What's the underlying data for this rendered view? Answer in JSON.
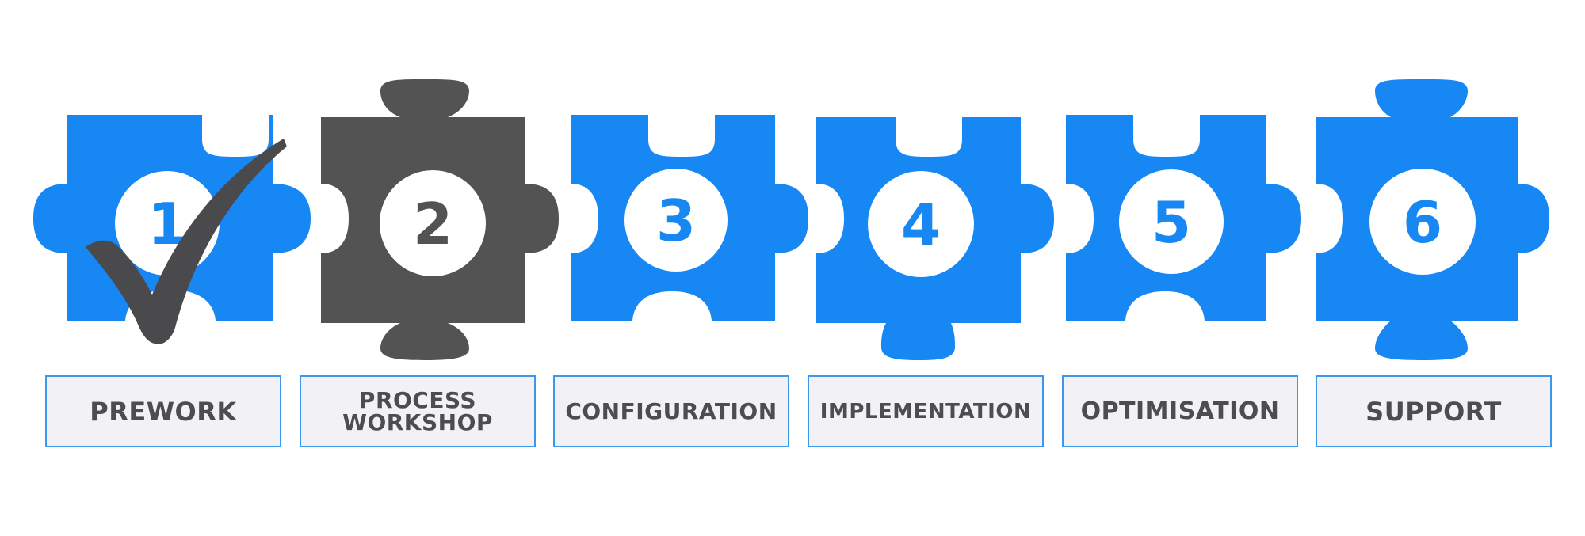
{
  "colors": {
    "active": "#1787f3",
    "current": "#535353",
    "circle": "#ffffff",
    "check": "#4a4a4c",
    "label_text": "#4d4d4f",
    "label_border": "#3c97ee",
    "label_fill": "#f1f1f6"
  },
  "steps": [
    {
      "number": "1",
      "label": "PREWORK",
      "status": "completed",
      "icon": "checkmark-icon"
    },
    {
      "number": "2",
      "label": "PROCESS\nWORKSHOP",
      "status": "current"
    },
    {
      "number": "3",
      "label": "CONFIGURATION",
      "status": "upcoming"
    },
    {
      "number": "4",
      "label": "IMPLEMENTATION",
      "status": "upcoming"
    },
    {
      "number": "5",
      "label": "OPTIMISATION",
      "status": "upcoming"
    },
    {
      "number": "6",
      "label": "SUPPORT",
      "status": "upcoming"
    }
  ]
}
